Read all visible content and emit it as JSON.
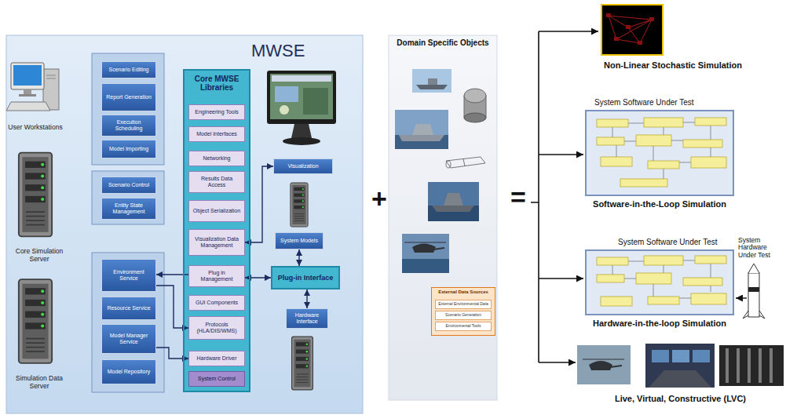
{
  "diagram": {
    "nodes": [
      {
        "text": [
          "MWSE"
        ]
      },
      {
        "text": [
          "Scenario Editing"
        ],
        "in": 0
      },
      {
        "text": [
          "Report Generation"
        ],
        "in": 0
      },
      {
        "text": [
          "Execution Scheduling"
        ],
        "in": 0
      },
      {
        "text": [
          "Model Importing"
        ],
        "in": 0
      },
      {
        "text": [
          "Scenario Control"
        ],
        "in": 0
      },
      {
        "text": [
          "Entity State Management"
        ],
        "in": 0
      },
      {
        "text": [
          "Environment Service"
        ],
        "in": 0
      },
      {
        "text": [
          "Resource Service"
        ],
        "in": 0
      },
      {
        "text": [
          "Model Manager Service"
        ],
        "in": 0
      },
      {
        "text": [
          "Model Repository"
        ],
        "in": 0
      },
      {
        "text": [
          "Core MWSE Libraries"
        ],
        "in": 0
      },
      {
        "text": [
          "Engineering Tools"
        ],
        "in": 11
      },
      {
        "text": [
          "Model Interfaces"
        ],
        "in": 11
      },
      {
        "text": [
          "Networking"
        ],
        "in": 11
      },
      {
        "text": [
          "Results Data Access"
        ],
        "in": 11
      },
      {
        "text": [
          "Object Serialization"
        ],
        "in": 11
      },
      {
        "text": [
          "Visualization Data Management"
        ],
        "in": 11
      },
      {
        "text": [
          "Plug in Management"
        ],
        "in": 11
      },
      {
        "text": [
          "GUI Components"
        ],
        "in": 11
      },
      {
        "text": [
          "Protocols (HLA/DIS/WMS)"
        ],
        "in": 11
      },
      {
        "text": [
          "Hardware Driver"
        ],
        "in": 11
      },
      {
        "text": [
          "System Control"
        ],
        "in": 11
      },
      {
        "text": [
          "Visualization"
        ],
        "in": 0
      },
      {
        "text": [
          "System Models"
        ],
        "in": 0
      },
      {
        "text": [
          "Plug-in Interface"
        ],
        "in": 0
      },
      {
        "text": [
          "Hardware Interface"
        ],
        "in": 0
      },
      {
        "text": [
          "Domain Specific Objects"
        ]
      },
      {
        "text": [
          "External Data Sources"
        ],
        "in": 27
      },
      {
        "text": [
          "External Environmental Data"
        ],
        "in": 28
      },
      {
        "text": [
          "Scenario Generation"
        ],
        "in": 28
      },
      {
        "text": [
          "Environmental Tools"
        ],
        "in": 28
      },
      {
        "text": [
          "Non-Linear Stochastic Simulation"
        ]
      },
      {
        "text": [
          "System Software Under Test",
          "Software-in-the-Loop Simulation"
        ]
      },
      {
        "text": [
          "System Software Under Test",
          "System Hardware Under Test",
          "Hardware-in-the-loop Simulation"
        ]
      },
      {
        "text": [
          "Live, Virtual, Constructive (LVC)"
        ]
      }
    ],
    "edges": [
      {
        "from": 17,
        "to": 23,
        "arrow": "both"
      },
      {
        "from": 18,
        "to": 25,
        "arrow": "both"
      },
      {
        "from": 24,
        "to": 25,
        "arrow": "both"
      },
      {
        "from": 25,
        "to": 26,
        "arrow": "both"
      },
      {
        "from": 18,
        "to": 7,
        "arrow": "to"
      },
      {
        "from": 7,
        "to": 20,
        "arrow": "to"
      },
      {
        "from": 9,
        "to": 21,
        "arrow": "to"
      }
    ],
    "labels": [
      "User Workstations",
      "Core Simulation Server",
      "Simulation Data Server",
      "+",
      "="
    ]
  }
}
